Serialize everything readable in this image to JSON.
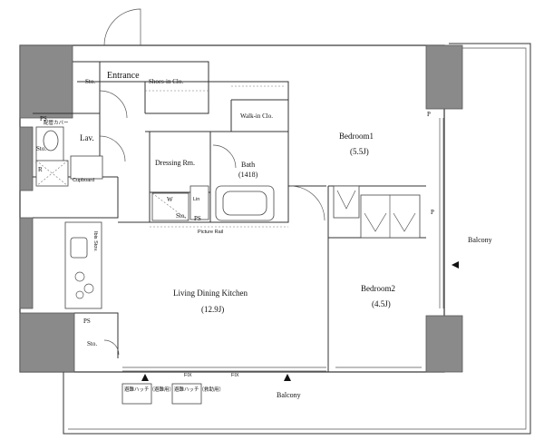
{
  "rooms": {
    "entrance": "Entrance",
    "shoes_in_closet": "Shoes-in Clo.",
    "walk_in_closet": "Walk-in Clo.",
    "bedroom1_name": "Bedroom1",
    "bedroom1_size": "(5.5J)",
    "bedroom2_name": "Bedroom2",
    "bedroom2_size": "(4.5J)",
    "dressing_room": "Dressing Rm.",
    "bath_name": "Bath",
    "bath_size": "(1418)",
    "lavatory": "Lav.",
    "ldk_name": "Living Dining Kitchen",
    "ldk_size": "(12.9J)",
    "balcony_right": "Balcony",
    "balcony_bottom": "Balcony"
  },
  "labels": {
    "sto": "Sto.",
    "ps": "PS",
    "p": "P",
    "piping_cover": "配管カバー",
    "cupboard": "Cupboard",
    "r": "R",
    "washer": "W",
    "linen": "Lin",
    "picture_rail": "Picture Rail",
    "ih_stove": "Ibis Stov.",
    "fix": "FIX",
    "hatch_left": "避難ハッチ（避難用）",
    "hatch_right": "避難ハッチ（救助用）"
  }
}
